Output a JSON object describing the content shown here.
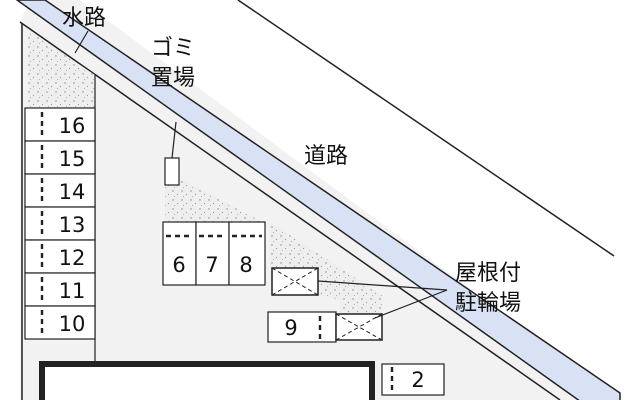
{
  "labels": {
    "waterway": "水路",
    "garbage_line1": "ゴミ",
    "garbage_line2": "置場",
    "road": "道路",
    "bicycle_line1": "屋根付",
    "bicycle_line2": "駐輪場"
  },
  "parking_left": [
    "16",
    "15",
    "14",
    "13",
    "12",
    "11",
    "10"
  ],
  "parking_middle": [
    "6",
    "7",
    "8"
  ],
  "parking_9": "9",
  "parking_2": "2",
  "colors": {
    "waterway": "#d8e2f4",
    "gravel": "#eeeeee",
    "lot": "#f2f2f2",
    "road": "#ffffff",
    "outline": "#222222"
  }
}
